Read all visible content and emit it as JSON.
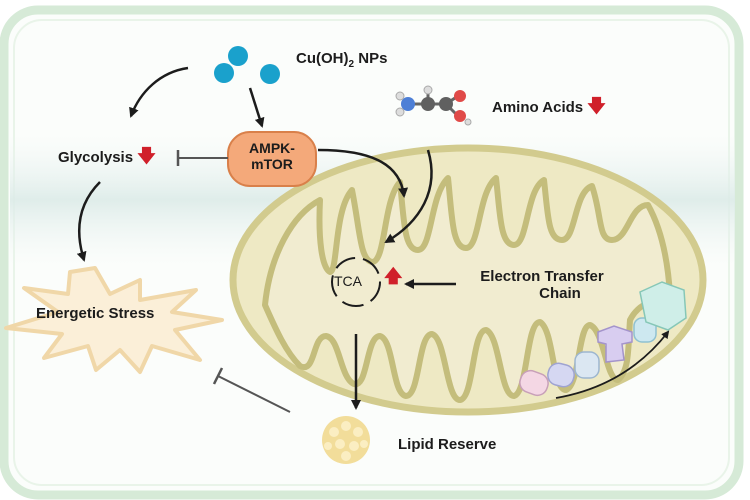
{
  "labels": {
    "nanoparticles": "Cu(OH)",
    "nanoparticles_sub": "2",
    "nanoparticles_suffix": " NPs",
    "amino_acids": "Amino Acids",
    "glycolysis": "Glycolysis",
    "ampk_line1": "AMPK-",
    "ampk_line2": "mTOR",
    "tca": "TCA",
    "electron_line1": "Electron Transfer",
    "electron_line2": "Chain",
    "energetic_stress": "Energetic Stress",
    "lipid_reserve": "Lipid Reserve"
  },
  "indicators": {
    "amino_acids": "down",
    "glycolysis": "down",
    "tca": "up"
  },
  "colors": {
    "cell_border": "#d6ead7",
    "nanoparticle": "#1aa1cc",
    "ampk_fill": "#f4a97a",
    "ampk_border": "#d9804a",
    "mito_outer": "#eee9c4",
    "mito_border": "#d2cb8e",
    "mito_cristae": "#c4bd7c",
    "indicator": "#d0202a",
    "lipid": "#f2dd9a"
  }
}
